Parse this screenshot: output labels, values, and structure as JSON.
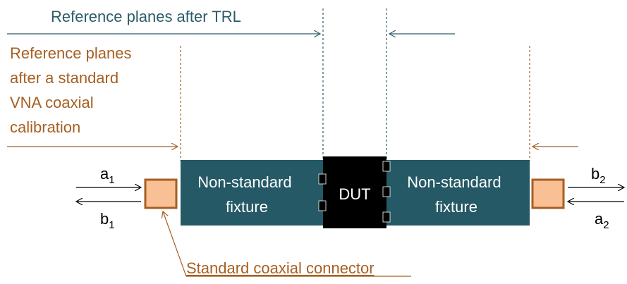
{
  "labels": {
    "trl_reference": "Reference planes after TRL",
    "coax_reference_lines": [
      "Reference planes",
      "after a standard",
      "VNA coaxial",
      "calibration"
    ],
    "left_fixture_lines": [
      "Non-standard",
      "fixture"
    ],
    "right_fixture_lines": [
      "Non-standard",
      "fixture"
    ],
    "dut": "DUT",
    "connector": "Standard coaxial connector",
    "a1": "a",
    "a1_sub": "1",
    "b1": "b",
    "b1_sub": "1",
    "b2": "b",
    "b2_sub": "2",
    "a2": "a",
    "a2_sub": "2"
  },
  "colors": {
    "trl": "#2b5d68",
    "coax": "#a65f22",
    "fixture": "#245965",
    "dut": "#000000",
    "connector_fill": "#f9bf95",
    "connector_stroke": "#a65f22",
    "signal": "#000000"
  }
}
